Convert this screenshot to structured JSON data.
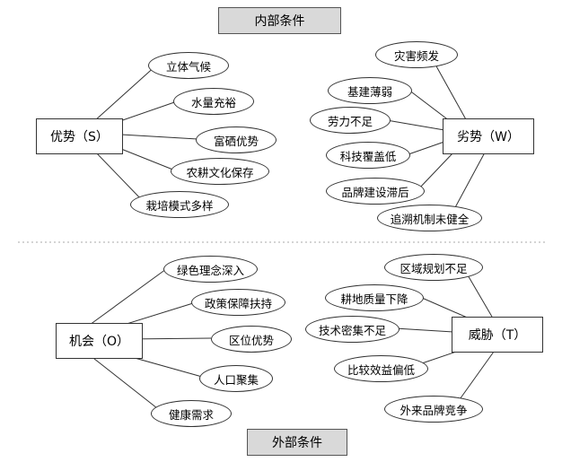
{
  "headers": {
    "internal": "内部条件",
    "external": "外部条件"
  },
  "strengths": {
    "label": "优势（S）",
    "items": [
      "立体气候",
      "水量充裕",
      "富硒优势",
      "农耕文化保存",
      "栽培模式多样"
    ]
  },
  "weaknesses": {
    "label": "劣势（W）",
    "items": [
      "灾害频发",
      "基建薄弱",
      "劳力不足",
      "科技覆盖低",
      "品牌建设滞后",
      "追溯机制未健全"
    ]
  },
  "opportunities": {
    "label": "机会（O）",
    "items": [
      "绿色理念深入",
      "政策保障扶持",
      "区位优势",
      "人口聚集",
      "健康需求"
    ]
  },
  "threats": {
    "label": "威胁（T）",
    "items": [
      "区域规划不足",
      "耕地质量下降",
      "技术密集不足",
      "比较效益偏低",
      "外来品牌竞争"
    ]
  }
}
